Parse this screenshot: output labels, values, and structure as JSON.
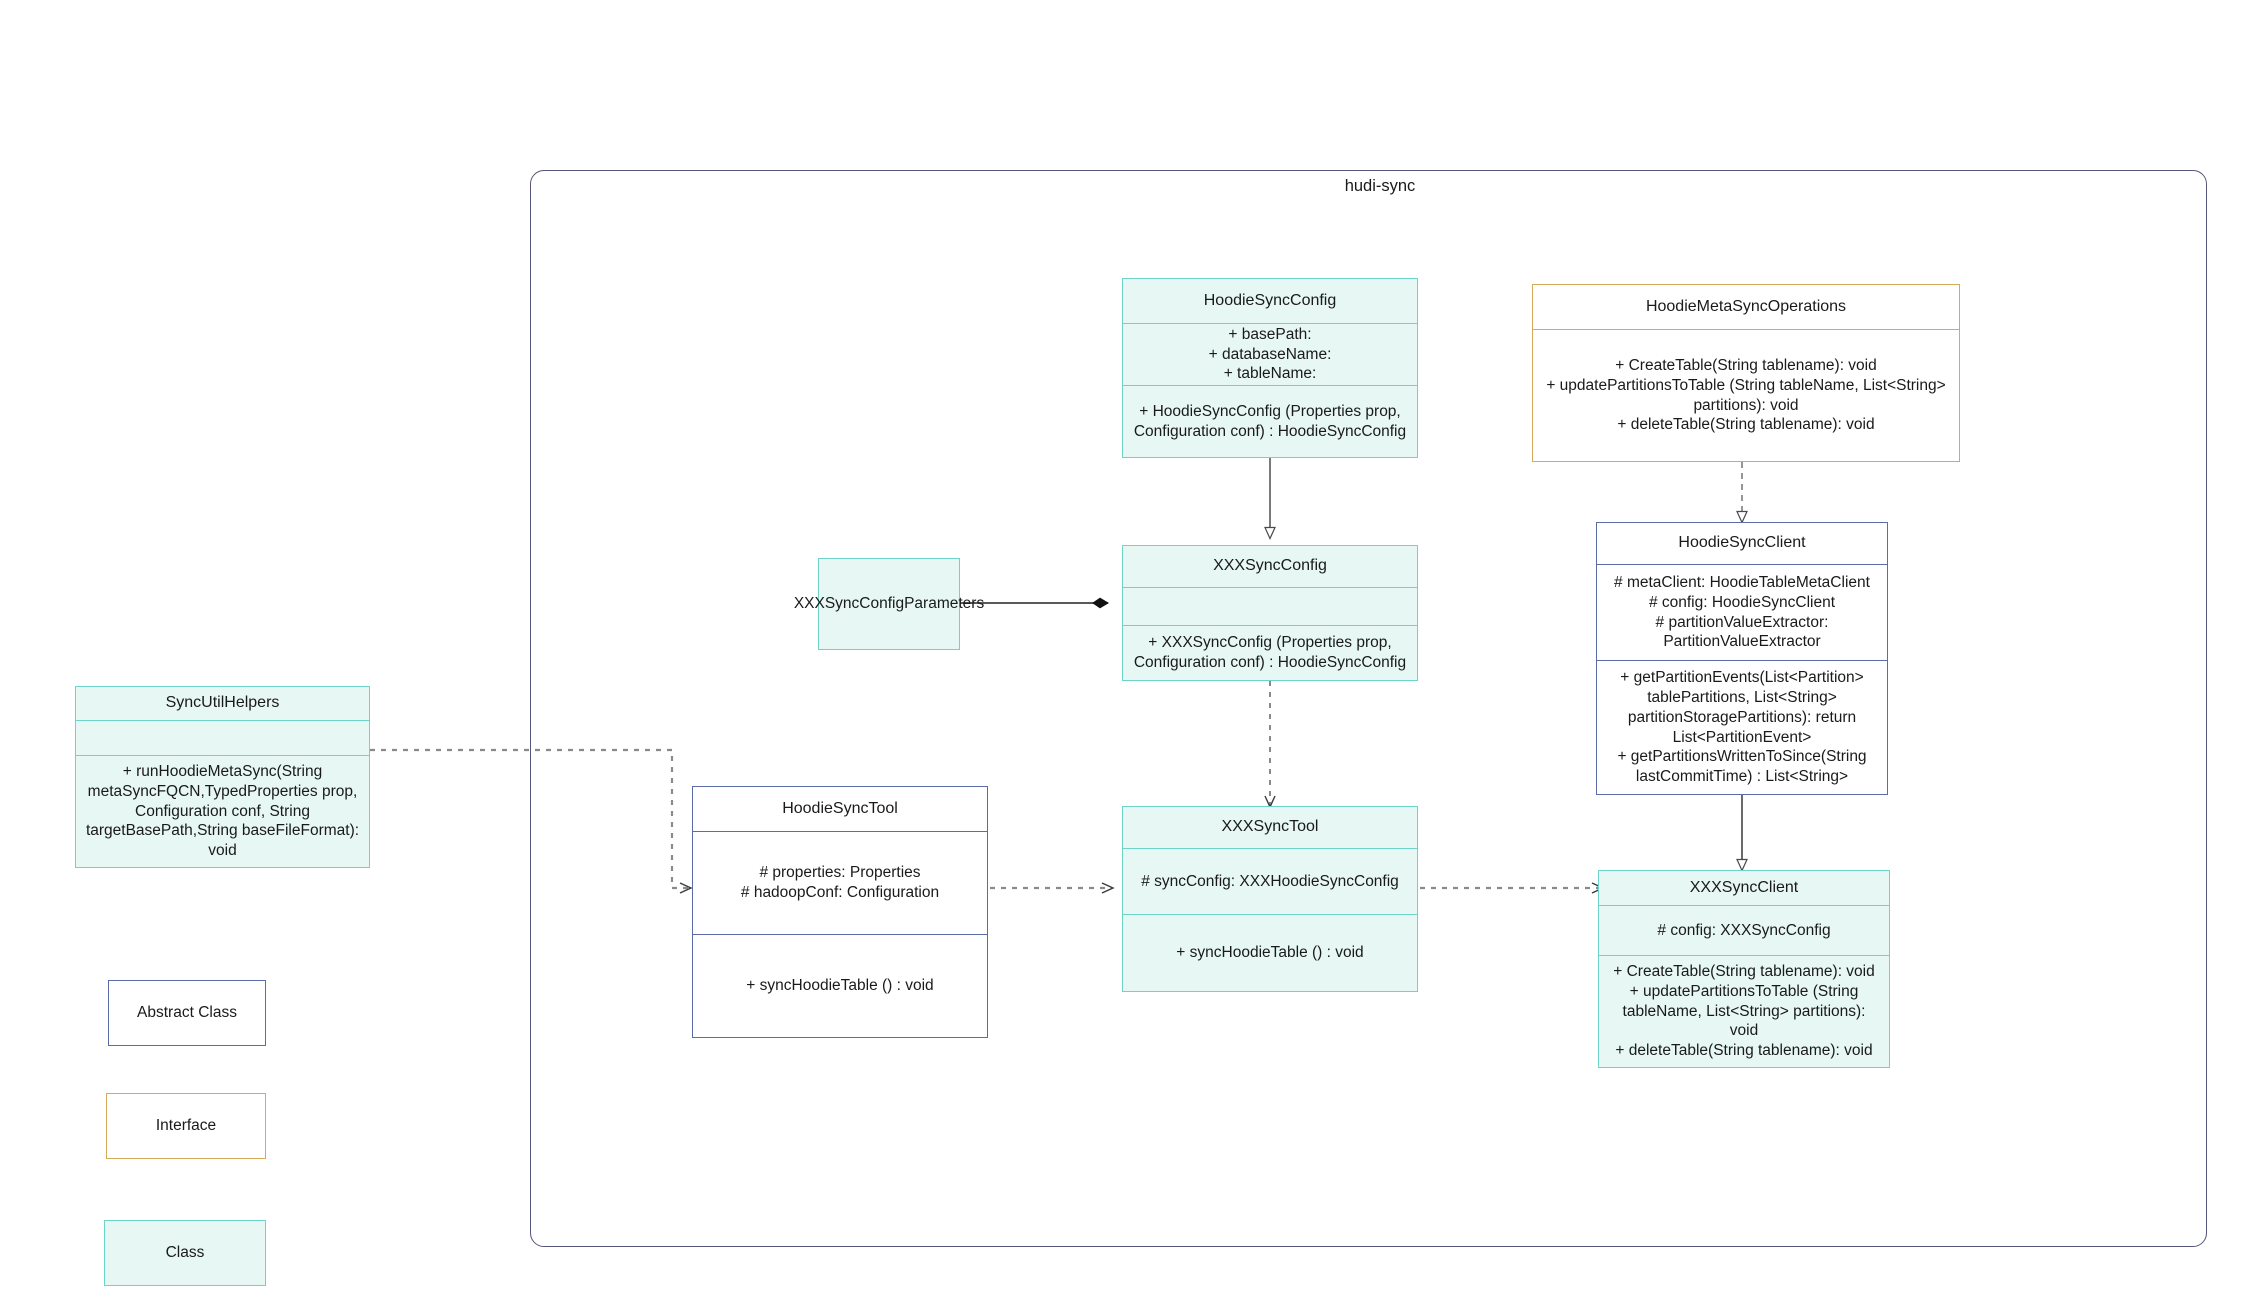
{
  "package": {
    "title": "hudi-sync",
    "border_color": "#56567a"
  },
  "palette": {
    "class_fill": "#e6f7f4",
    "class_border": "#6fd4c8",
    "abstract_border": "#5b6ca8",
    "interface_border": "#d4a95c",
    "edge_color": "#595959",
    "frame_border": "#56567a"
  },
  "classes": {
    "hoodie_sync_config": {
      "name": "HoodieSyncConfig",
      "kind": "class",
      "attributes": [
        "+    basePath:",
        "+   databaseName:",
        "+    tableName:"
      ],
      "methods": [
        "+   HoodieSyncConfig (Properties prop, Configuration conf) : HoodieSyncConfig"
      ]
    },
    "hoodie_meta_sync_operations": {
      "name": "HoodieMetaSyncOperations",
      "kind": "interface",
      "methods": [
        "+     CreateTable(String tablename): void",
        "+   updatePartitionsToTable (String tableName, List<String> partitions): void",
        "+     deleteTable(String tablename): void"
      ]
    },
    "xxx_sync_config_parameters": {
      "name": "XXXSyncConfigParameters",
      "kind": "class"
    },
    "xxx_sync_config": {
      "name": "XXXSyncConfig",
      "kind": "class",
      "attributes": [
        ""
      ],
      "methods": [
        "+   XXXSyncConfig (Properties prop, Configuration conf) : HoodieSyncConfig"
      ]
    },
    "hoodie_sync_client": {
      "name": "HoodieSyncClient",
      "kind": "abstract",
      "attributes": [
        "#   metaClient: HoodieTableMetaClient",
        "#    config: HoodieSyncClient",
        "#     partitionValueExtractor: PartitionValueExtractor"
      ],
      "methods": [
        "+   getPartitionEvents(List<Partition> tablePartitions, List<String> partitionStoragePartitions): return List<PartitionEvent>",
        "+   getPartitionsWrittenToSince(String lastCommitTime) : List<String>"
      ]
    },
    "sync_util_helpers": {
      "name": "SyncUtilHelpers",
      "kind": "class",
      "attributes": [
        ""
      ],
      "methods": [
        "+    runHoodieMetaSync(String metaSyncFQCN,TypedProperties prop, Configuration conf, String targetBasePath,String baseFileFormat): void"
      ]
    },
    "hoodie_sync_tool": {
      "name": "HoodieSyncTool",
      "kind": "abstract",
      "attributes": [
        "#   properties: Properties",
        "#   hadoopConf: Configuration"
      ],
      "methods": [
        "+   syncHoodieTable () : void"
      ]
    },
    "xxx_sync_tool": {
      "name": "XXXSyncTool",
      "kind": "class",
      "attributes": [
        "#   syncConfig: XXXHoodieSyncConfig"
      ],
      "methods": [
        "+   syncHoodieTable () : void"
      ]
    },
    "xxx_sync_client": {
      "name": "XXXSyncClient",
      "kind": "class",
      "attributes": [
        "#    config: XXXSyncConfig"
      ],
      "methods": [
        "+    CreateTable(String tablename): void",
        "+    updatePartitionsToTable (String tableName, List<String> partitions): void",
        "+    deleteTable(String tablename): void"
      ]
    }
  },
  "legend": [
    {
      "label": "Abstract Class",
      "kind": "abstract"
    },
    {
      "label": "Interface",
      "kind": "interface"
    },
    {
      "label": "Class",
      "kind": "class"
    }
  ],
  "relations": [
    {
      "from": "hoodie_sync_config",
      "to": "xxx_sync_config",
      "type": "generalization"
    },
    {
      "from": "hoodie_meta_sync_operations",
      "to": "hoodie_sync_client",
      "type": "realization"
    },
    {
      "from": "hoodie_sync_client",
      "to": "xxx_sync_client",
      "type": "generalization"
    },
    {
      "from": "xxx_sync_config_parameters",
      "to": "xxx_sync_config",
      "type": "composition"
    },
    {
      "from": "xxx_sync_config",
      "to": "xxx_sync_tool",
      "type": "dependency"
    },
    {
      "from": "sync_util_helpers",
      "to": "hoodie_sync_tool",
      "type": "dependency"
    },
    {
      "from": "hoodie_sync_tool",
      "to": "xxx_sync_tool",
      "type": "dependency"
    },
    {
      "from": "xxx_sync_tool",
      "to": "xxx_sync_client",
      "type": "dependency"
    }
  ]
}
